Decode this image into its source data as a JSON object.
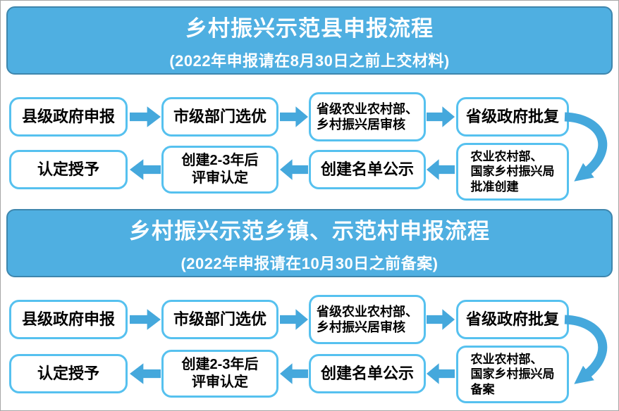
{
  "colors": {
    "banner_fill": "#4FAFE1",
    "banner_border": "#3E86AD",
    "box_border": "#56C1EF",
    "arrow": "#45A8DC",
    "banner_text": "#FFFFFF",
    "box_text": "#000000",
    "canvas_border": "#A6A6A6"
  },
  "sections": [
    {
      "title": "乡村振兴示范县申报流程",
      "subtitle": "(2022年申报请在8月30日之前上交材料)",
      "forward_steps": [
        "县级政府申报",
        "市级部门选优",
        "省级农业农村部、\n乡村振兴居审核",
        "省级政府批复"
      ],
      "return_steps": [
        "认定授予",
        "创建2-3年后\n评审认定",
        "创建名单公示",
        "农业农村部、\n国家乡村振兴局\n批准创建"
      ]
    },
    {
      "title": "乡村振兴示范乡镇、示范村申报流程",
      "subtitle": "(2022年申报请在10月30日之前备案)",
      "forward_steps": [
        "县级政府申报",
        "市级部门选优",
        "省级农业农村部、\n乡村振兴居审核",
        "省级政府批复"
      ],
      "return_steps": [
        "认定授予",
        "创建2-3年后\n评审认定",
        "创建名单公示",
        "农业农村部、\n国家乡村振兴局\n备案"
      ]
    }
  ]
}
